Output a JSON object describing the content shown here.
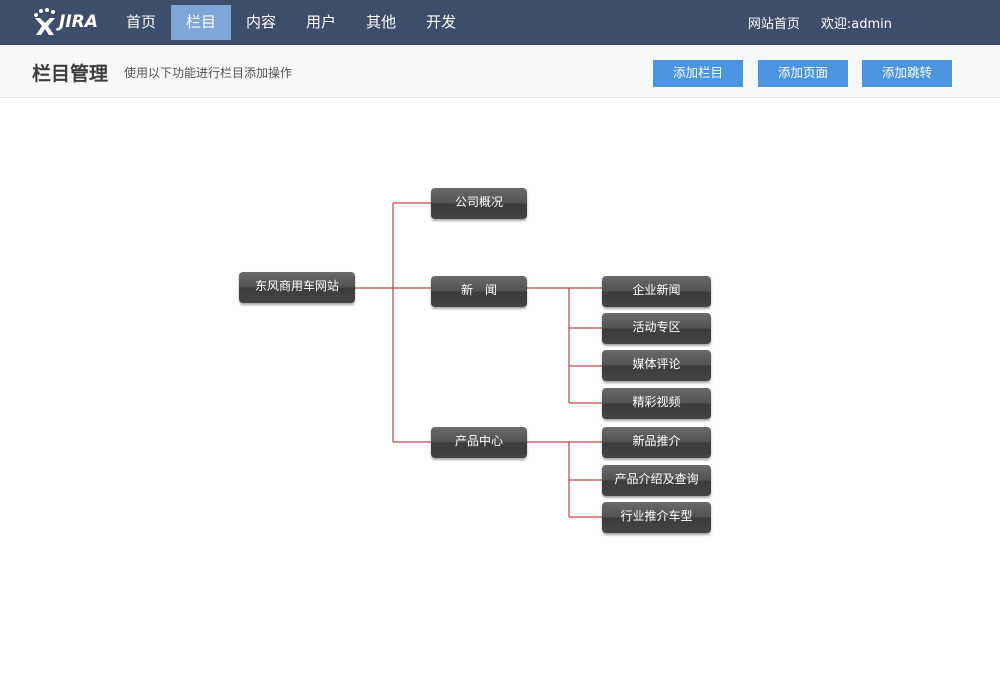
{
  "app": {
    "logo_text": "JIRA"
  },
  "nav": {
    "items": [
      {
        "label": "首页",
        "active": false
      },
      {
        "label": "栏目",
        "active": true
      },
      {
        "label": "内容",
        "active": false
      },
      {
        "label": "用户",
        "active": false
      },
      {
        "label": "其他",
        "active": false
      },
      {
        "label": "开发",
        "active": false
      }
    ]
  },
  "top_right": {
    "site_home": "网站首页",
    "welcome": "欢迎:admin"
  },
  "subheader": {
    "title": "栏目管理",
    "description": "使用以下功能进行栏目添加操作",
    "buttons": {
      "add_column": "添加栏目",
      "add_page": "添加页面",
      "add_redirect": "添加跳转"
    }
  },
  "tree": {
    "root": "东风商用车网站",
    "level1": [
      "公司概况",
      "新　闻",
      "产品中心"
    ],
    "news_children": [
      "企业新闻",
      "活动专区",
      "媒体评论",
      "精彩视频"
    ],
    "product_children": [
      "新品推介",
      "产品介绍及查询",
      "行业推介车型"
    ]
  },
  "colors": {
    "topbar": "#3d4e6b",
    "nav_active": "#7ea6d8",
    "button": "#4a94e0",
    "tree_line": "#b01e23"
  }
}
